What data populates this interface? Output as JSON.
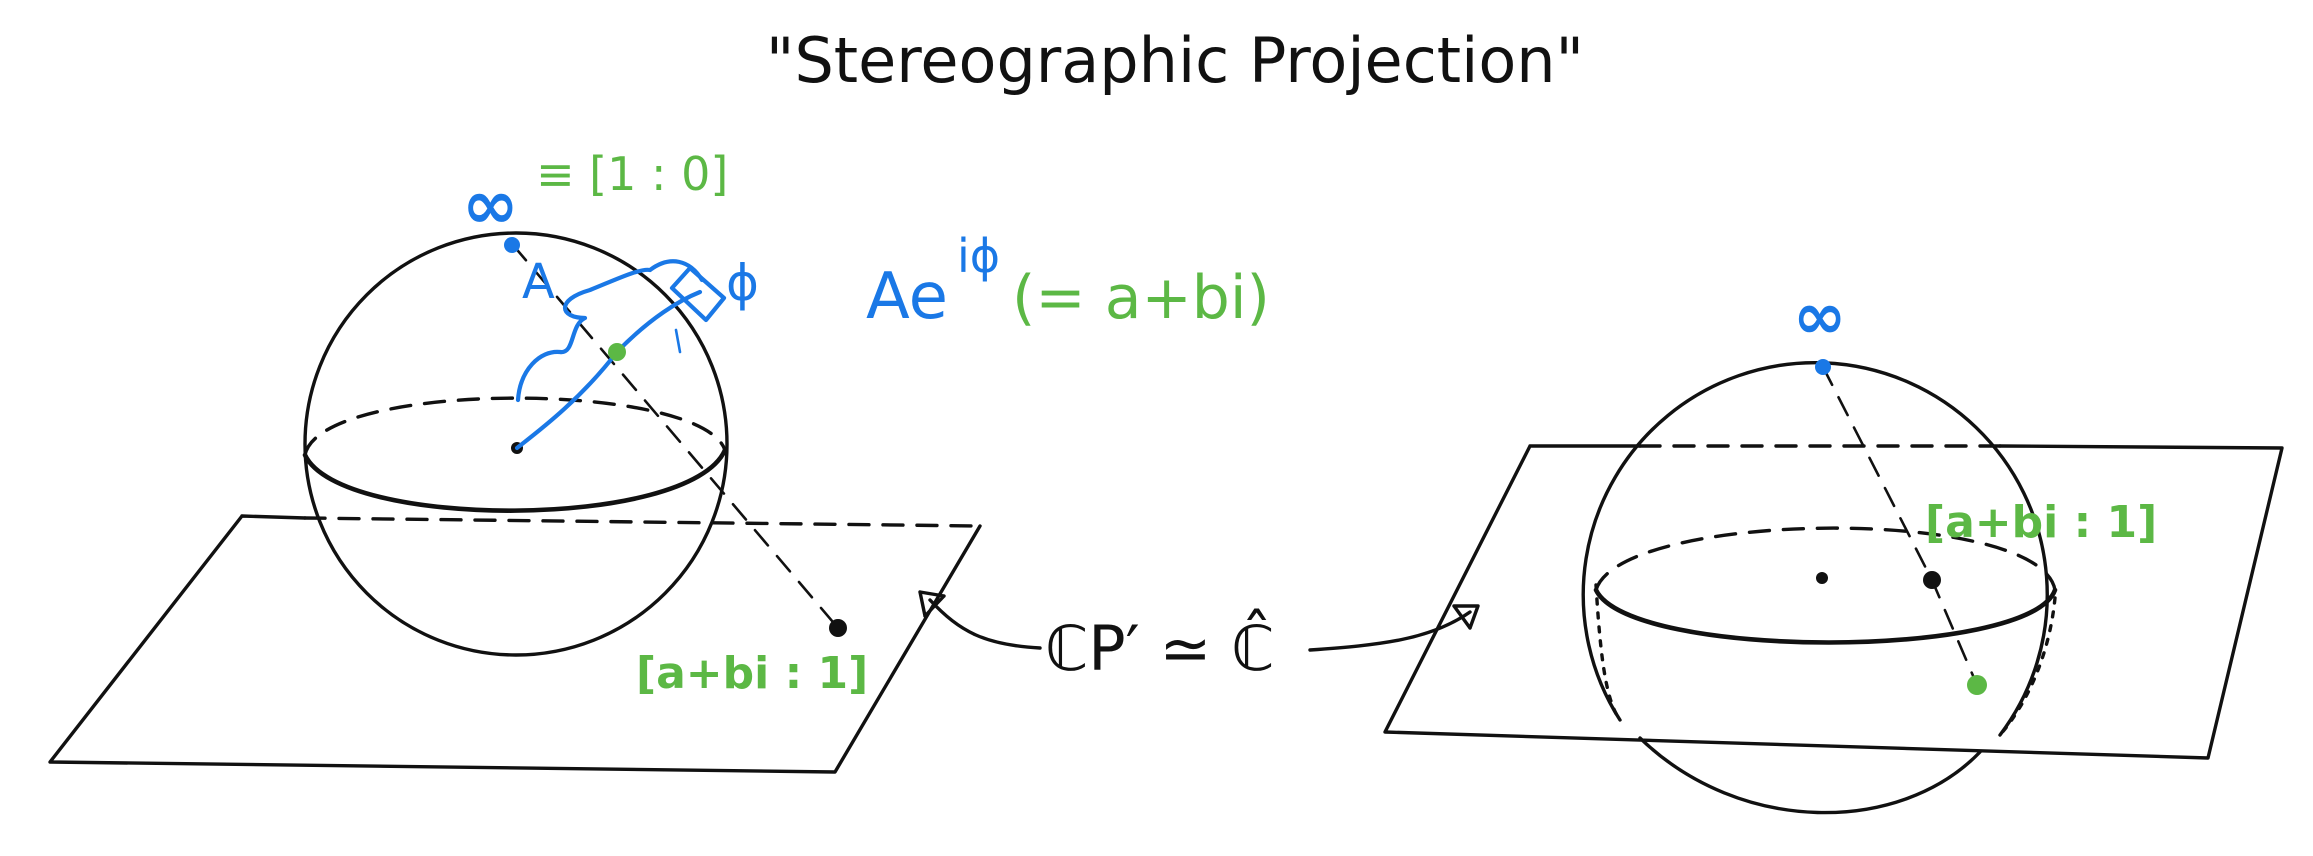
{
  "title": "\"Stereographic Projection\"",
  "colors": {
    "ink": "#111111",
    "blue": "#1a78e6",
    "green": "#5cb845"
  },
  "left_figure": {
    "infinity_symbol": "∞",
    "infinity_equiv": "≡ [1 : 0]",
    "modulus_label": "A",
    "angle_label": "ϕ",
    "polar_form": "Ae",
    "polar_exponent": "iϕ",
    "polar_equals": "(= a+bi)",
    "point_label": "[a+bi : 1]"
  },
  "middle": {
    "isomorphism": "ℂP′ ≃ ℂ̂"
  },
  "right_figure": {
    "infinity_symbol": "∞",
    "point_label": "[a+bi : 1]"
  }
}
